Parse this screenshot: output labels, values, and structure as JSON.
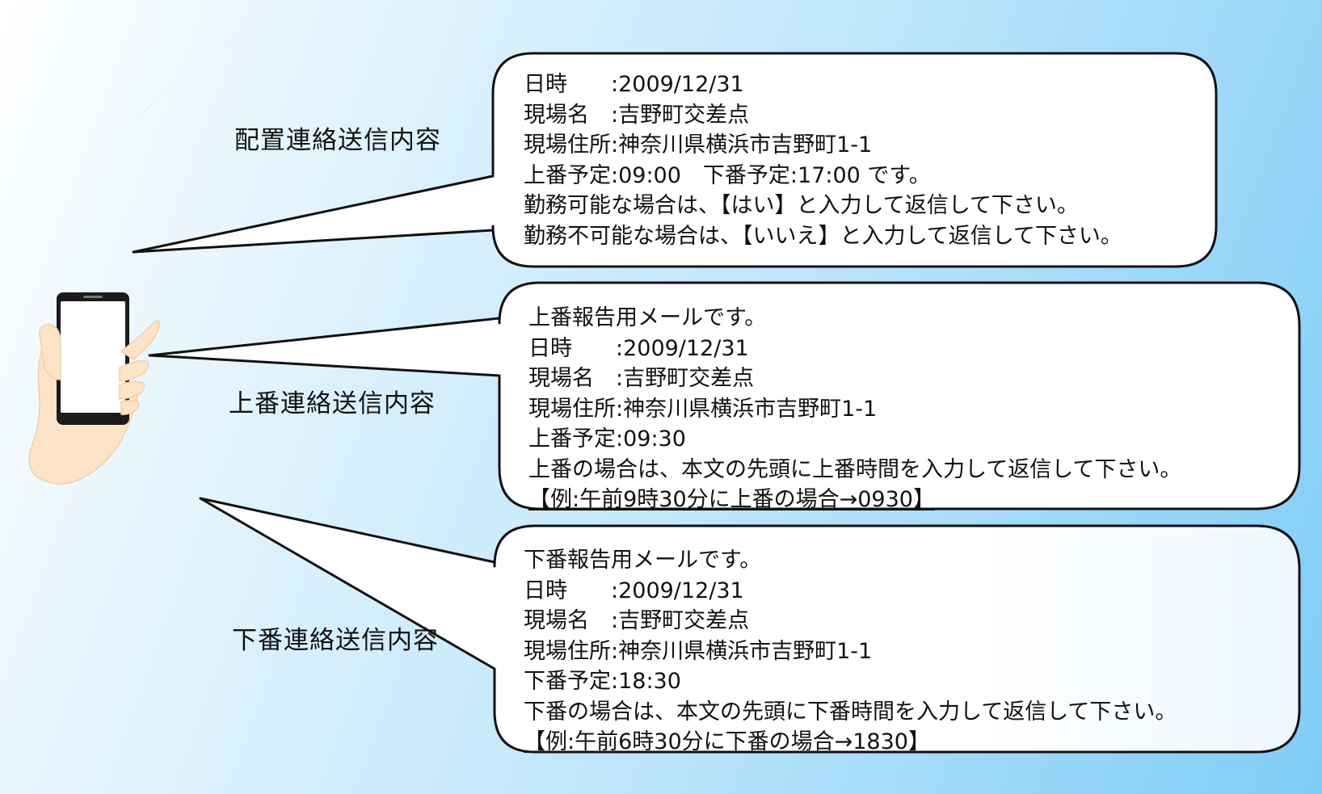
{
  "labels": {
    "haichi": "配置連絡送信内容",
    "joban": "上番連絡送信内容",
    "kaban": "下番連絡送信内容"
  },
  "messages": {
    "haichi": [
      "日時　　:2009/12/31",
      "現場名　:吉野町交差点",
      "現場住所:神奈川県横浜市吉野町1-1",
      "上番予定:09:00　下番予定:17:00 です。",
      "勤務可能な場合は、【はい】と入力して返信して下さい。",
      "勤務不可能な場合は、【いいえ】と入力して返信して下さい。"
    ],
    "joban": [
      "上番報告用メールです。",
      "日時　　:2009/12/31",
      "現場名　:吉野町交差点",
      "現場住所:神奈川県横浜市吉野町1-1",
      "上番予定:09:30",
      "上番の場合は、本文の先頭に上番時間を入力して返信して下さい。",
      "【例:午前9時30分に上番の場合→0930】"
    ],
    "kaban": [
      "下番報告用メールです。",
      "日時　　:2009/12/31",
      "現場名　:吉野町交差点",
      "現場住所:神奈川県横浜市吉野町1-1",
      "下番予定:18:30",
      "下番の場合は、本文の先頭に下番時間を入力して返信して下さい。",
      "【例:午前6時30分に下番の場合→1830】"
    ]
  },
  "colors": {
    "bubble_fill": "#ffffff",
    "bubble_stroke": "#111111",
    "hand": "#fde3c7",
    "phone": "#1b1b1b"
  }
}
